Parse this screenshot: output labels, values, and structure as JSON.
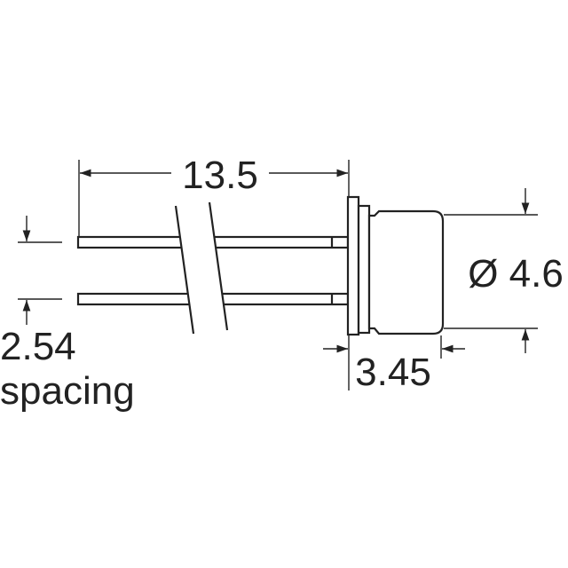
{
  "dimensions": {
    "lead_length": "13.5",
    "diameter": "Ø 4.6",
    "body_length": "3.45",
    "lead_spacing_value": "2.54",
    "lead_spacing_label": "spacing"
  },
  "colors": {
    "line": "#222222",
    "background": "#ffffff"
  }
}
